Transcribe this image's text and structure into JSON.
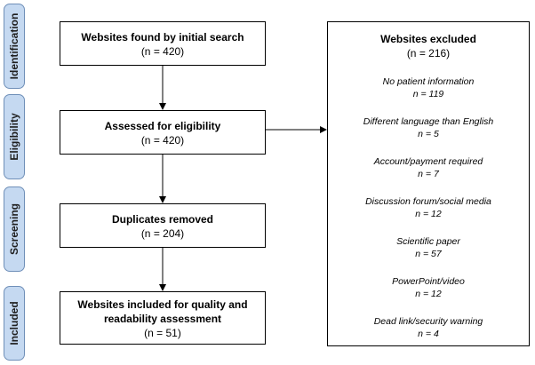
{
  "phases": {
    "identification": "Identification",
    "eligibility": "Eligibility",
    "screening": "Screening",
    "included": "Included"
  },
  "boxes": {
    "found": {
      "title": "Websites found by initial search",
      "count": "(n = 420)"
    },
    "assessed": {
      "title": "Assessed for eligibility",
      "count": "(n = 420)"
    },
    "duplicates": {
      "title": "Duplicates removed",
      "count": "(n = 204)"
    },
    "included": {
      "title_line1": "Websites included for quality and",
      "title_line2": "readability assessment",
      "count": "(n = 51)"
    }
  },
  "excluded": {
    "title": "Websites excluded",
    "count": "(n = 216)",
    "reasons": [
      {
        "label": "No patient information",
        "count": "n = 119"
      },
      {
        "label": "Different language than English",
        "count": "n = 5"
      },
      {
        "label": "Account/payment required",
        "count": "n = 7"
      },
      {
        "label": "Discussion forum/social media",
        "count": "n = 12"
      },
      {
        "label": "Scientific paper",
        "count": "n = 57"
      },
      {
        "label": "PowerPoint/video",
        "count": "n = 12"
      },
      {
        "label": "Dead link/security warning",
        "count": "n = 4"
      }
    ]
  }
}
